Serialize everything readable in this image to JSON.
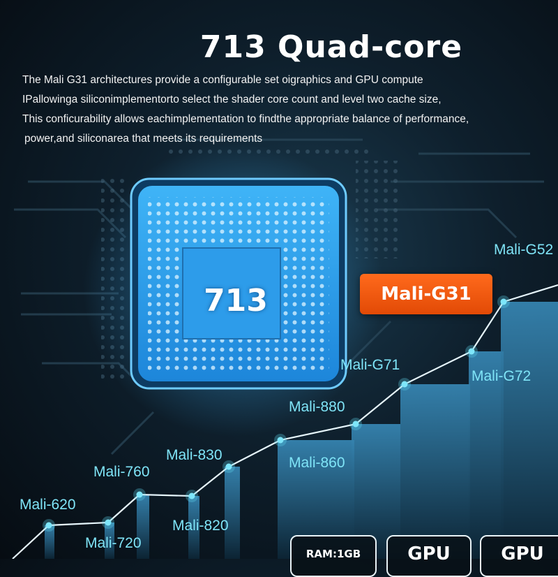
{
  "title": "713 Quad-core",
  "description": [
    "The Mali G31 architectures provide a configurable set oigraphics and GPU compute",
    "IPallowinga siliconimplementorto select the shader core count and level two cache size,",
    "This conficurability allows eachimplementation to findthe appropriate balance of performance,",
    "power,and siliconarea that meets its requirements"
  ],
  "chip_label": "713",
  "highlight_badge": "Mali-G31",
  "gpu_labels": [
    "Mali-620",
    "Mali-720",
    "Mali-760",
    "Mali-820",
    "Mali-830",
    "Mali-880",
    "Mali-860",
    "Mali-G71",
    "Mali-G72",
    "Mali-G52"
  ],
  "specs": {
    "ram": "RAM:1GB",
    "gpu_1": "GPU",
    "gpu_2": "GPU"
  },
  "colors": {
    "accent_cyan": "#7fe4f7",
    "chip_blue": "#2aa3ee",
    "badge_orange": "#f05a12",
    "node_cyan": "#5fd8f0"
  }
}
